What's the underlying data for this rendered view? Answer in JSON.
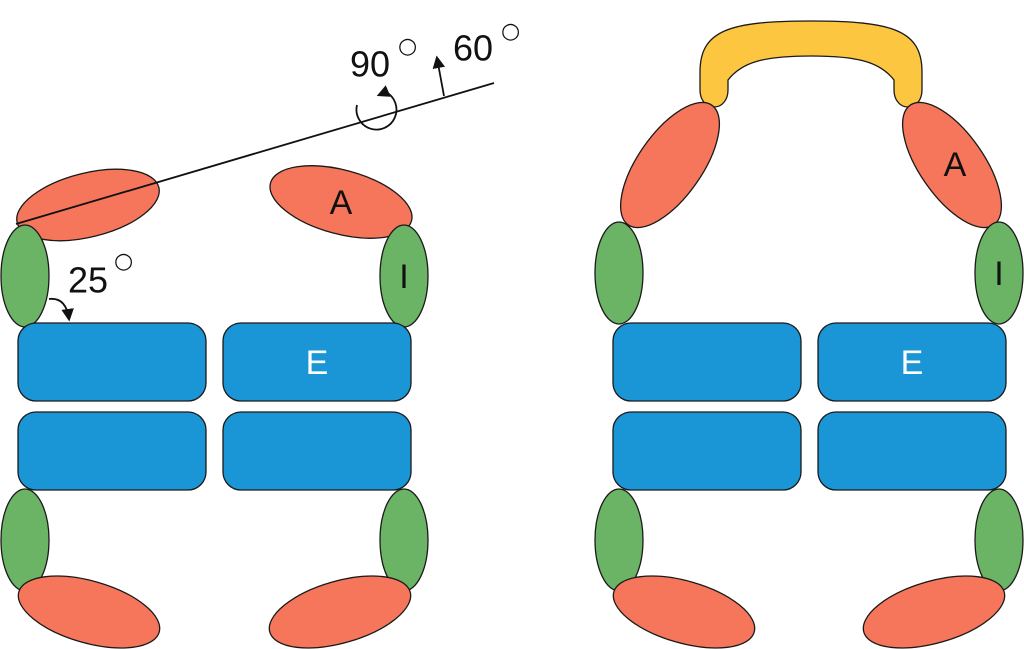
{
  "colors": {
    "E": "#1a95d6",
    "I": "#6cb465",
    "A": "#f5765a",
    "linker": "#fcc641",
    "outline": "#1a1a1a",
    "background": "#ffffff"
  },
  "labels": {
    "E": "E",
    "I": "I",
    "A": "A"
  },
  "angles": {
    "rotation": "90",
    "tilt": "60",
    "elbow": "25",
    "degree_symbol": "○"
  },
  "icons": {
    "rotation": "curved-rotation-arrow-icon",
    "tilt": "straight-arrow-icon",
    "elbow": "curved-angle-arrow-icon"
  }
}
